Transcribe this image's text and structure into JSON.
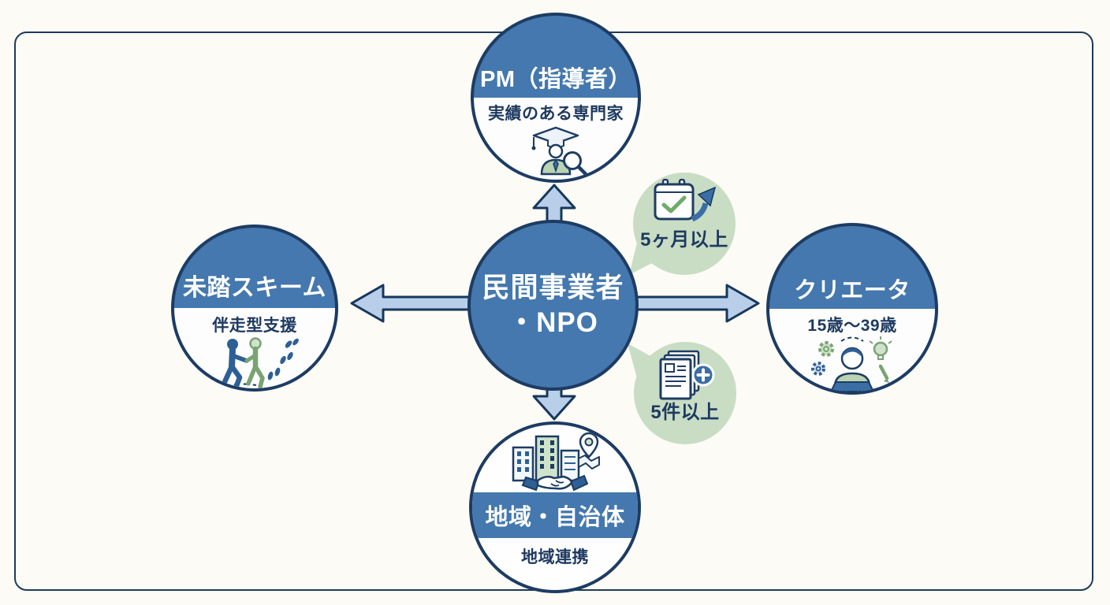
{
  "palette": {
    "background": "#fcfbf5",
    "frame_border": "#1e3a57",
    "circle_fill": "#4478ae",
    "circle_border": "#1d3c63",
    "title_text": "#ffffff",
    "subtitle_text": "#1e3a60",
    "arrow_fill": "#b9cfe9",
    "arrow_border": "#16375c",
    "bubble_green": "#c8ddc4",
    "icon_green_fill": "#cfe3ca",
    "icon_green_stroke": "#79a373",
    "icon_blue": "#2e5f95",
    "icon_blue_accent": "#3a6ea5"
  },
  "center_node": {
    "line1": "民間事業者",
    "line2": "・NPO"
  },
  "nodes": {
    "pm": {
      "title": "PM（指導者）",
      "subtitle": "実績のある専門家"
    },
    "mitou": {
      "title": "未踏スキーム",
      "subtitle": "伴走型支援"
    },
    "creator": {
      "title": "クリエータ",
      "subtitle": "15歳～39歳"
    },
    "region": {
      "title": "地域・自治体",
      "subtitle": "地域連携"
    }
  },
  "badges": {
    "duration": {
      "label": "5ヶ月以上"
    },
    "count": {
      "label": "5件以上"
    }
  },
  "icons": {
    "pm": "graduate-expert-icon",
    "mitou": "walking-support-icon",
    "creator": "creator-icon",
    "region": "community-icon",
    "duration": "calendar-check-icon",
    "count": "documents-plus-icon"
  }
}
